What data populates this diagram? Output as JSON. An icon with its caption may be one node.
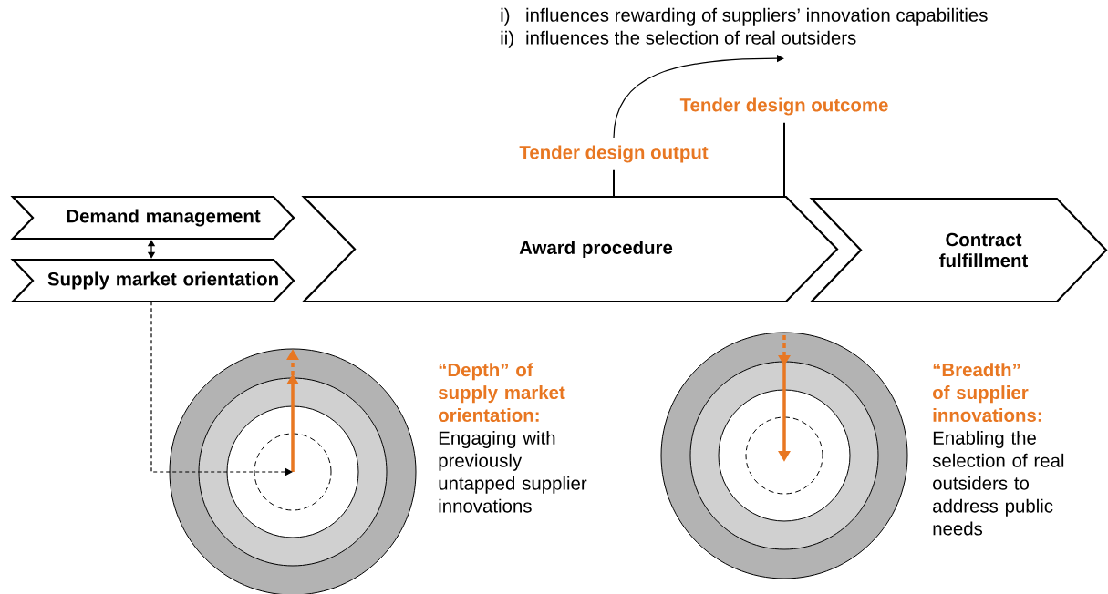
{
  "diagram": {
    "nodes": [
      {
        "text": [
          "Demand management"
        ]
      },
      {
        "text": [
          "Supply market orientation"
        ]
      },
      {
        "text": [
          "Award procedure"
        ]
      },
      {
        "text": [
          "Contract fulfillment"
        ]
      },
      {
        "text": [
          "Tender design output"
        ]
      },
      {
        "text": [
          "Tender design outcome"
        ]
      },
      {
        "text": [
          "i)",
          "influences rewarding of suppliers’ innovation capabilities",
          "ii)",
          "influences the selection of real outsiders"
        ]
      },
      {
        "text": [],
        "shape": "circle",
        "beside": [
          "“Depth” of supply market orientation:",
          "Engaging with previously untapped supplier innovations"
        ]
      },
      {
        "text": [],
        "shape": "circle",
        "in": 7
      },
      {
        "text": [],
        "shape": "circle",
        "beside": [
          "“Breadth” of supplier innovations:",
          "Enabling the selection of real outsiders to address public needs"
        ]
      },
      {
        "text": [],
        "shape": "circle",
        "in": 9
      }
    ],
    "edges": [
      {
        "from": 0,
        "to": 1,
        "arrow": "both"
      },
      {
        "from": 1,
        "to": 8,
        "arrow": "to",
        "style": "dashed"
      },
      {
        "from": 2,
        "to": 4,
        "arrow": "none"
      },
      {
        "from": 2,
        "to": 5,
        "arrow": "none"
      },
      {
        "from": 4,
        "to": 6,
        "arrow": "to"
      }
    ]
  }
}
